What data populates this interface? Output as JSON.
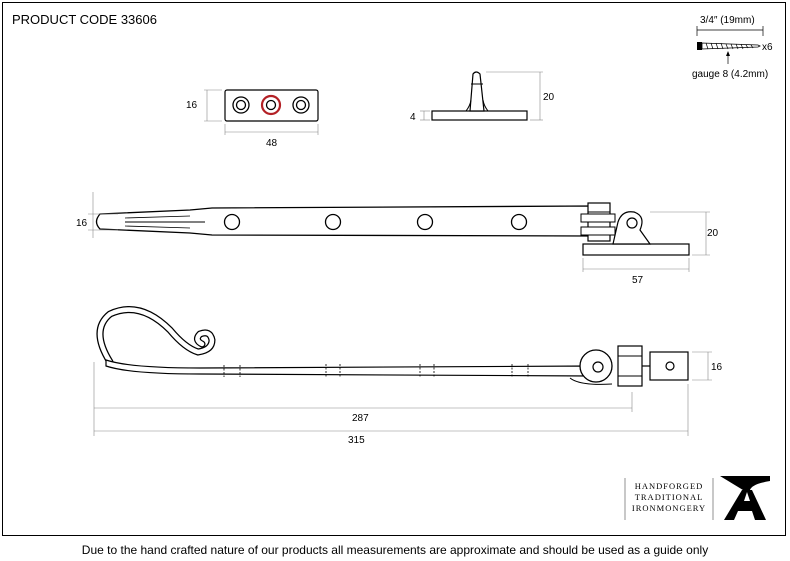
{
  "header": {
    "product_code": "PRODUCT CODE 33606"
  },
  "screw": {
    "length": "3/4″ (19mm)",
    "count": "x6",
    "gauge": "gauge 8 (4.2mm)"
  },
  "plate": {
    "height": "16",
    "width": "48"
  },
  "pin": {
    "height": "20",
    "base": "4"
  },
  "stay_top": {
    "height": "16",
    "bracket_height": "20",
    "bracket_width": "57"
  },
  "stay_side": {
    "height": "16",
    "length_inner": "287",
    "length_overall": "315"
  },
  "logo": {
    "line1": "HANDFORGED",
    "line2": "TRADITIONAL",
    "line3": "IRONMONGERY"
  },
  "footer": {
    "disclaimer": "Due to the hand crafted nature of our products all measurements are approximate and should be used as a guide only"
  }
}
